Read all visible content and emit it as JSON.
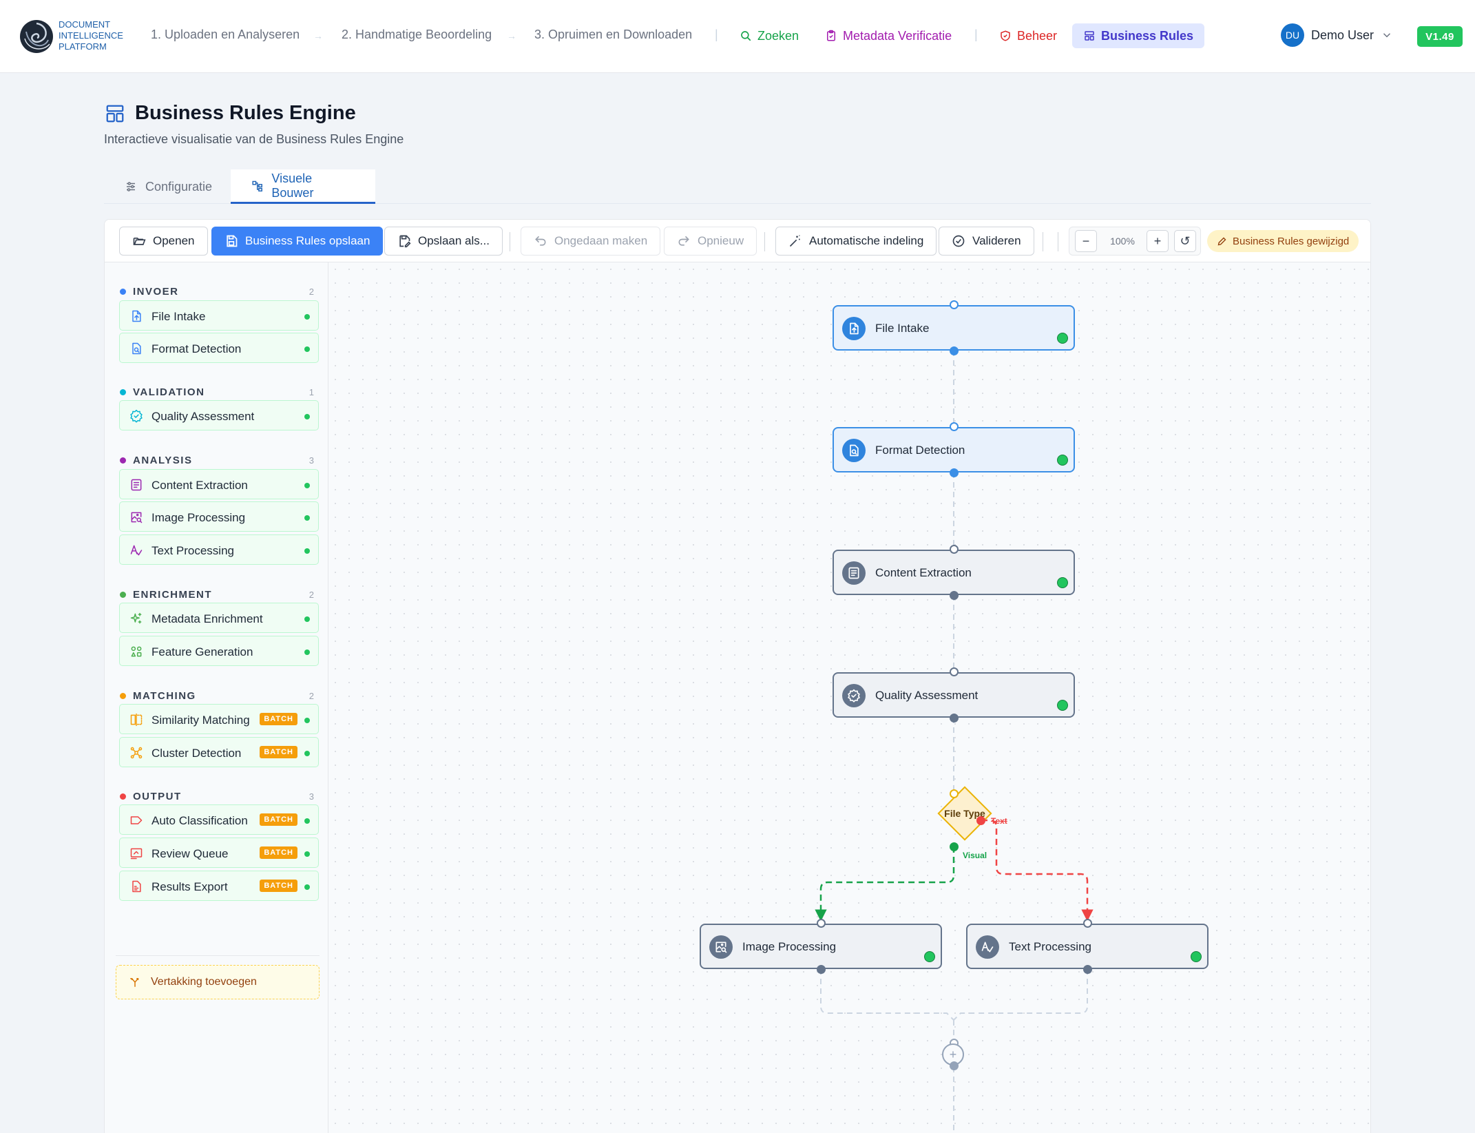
{
  "header": {
    "brand": [
      "DOCUMENT",
      "INTELLIGENCE",
      "PLATFORM"
    ],
    "steps": [
      {
        "label": "1. Uploaden en Analyseren"
      },
      {
        "label": "2. Handmatige Beoordeling"
      },
      {
        "label": "3. Opruimen en Downloaden"
      }
    ],
    "links": {
      "search": "Zoeken",
      "metadata": "Metadata Verificatie",
      "admin": "Beheer",
      "business_rules": "Business Rules"
    },
    "user": {
      "initials": "DU",
      "name": "Demo User"
    },
    "version": "V1.49"
  },
  "page": {
    "title": "Business Rules Engine",
    "subtitle": "Interactieve visualisatie van de Business Rules Engine"
  },
  "tabs": [
    {
      "label": "Configuratie",
      "active": false
    },
    {
      "label": "Visuele Bouwer",
      "active": true
    }
  ],
  "toolbar": {
    "open": "Openen",
    "save": "Business Rules opslaan",
    "save_as": "Opslaan als...",
    "undo": "Ongedaan maken",
    "redo": "Opnieuw",
    "auto_layout": "Automatische indeling",
    "validate": "Valideren",
    "zoom_out": "−",
    "zoom_level": "100%",
    "zoom_in": "+",
    "reset": "↺",
    "changed": "Business Rules gewijzigd"
  },
  "palette": {
    "categories": [
      {
        "name": "INVOER",
        "count": "2",
        "color": "#3b82f6"
      },
      {
        "name": "VALIDATION",
        "count": "1",
        "color": "#06b6d4"
      },
      {
        "name": "ANALYSIS",
        "count": "3",
        "color": "#9c27b0"
      },
      {
        "name": "ENRICHMENT",
        "count": "2",
        "color": "#4caf50"
      },
      {
        "name": "MATCHING",
        "count": "2",
        "color": "#f59e0b"
      },
      {
        "name": "OUTPUT",
        "count": "3",
        "color": "#ef4444"
      }
    ],
    "items": [
      {
        "label": "File Intake",
        "icon": "file-upload-icon",
        "color": "#3b82f6"
      },
      {
        "label": "Format Detection",
        "icon": "file-search-icon",
        "color": "#3b82f6"
      },
      {
        "label": "Quality Assessment",
        "icon": "verified-badge-icon",
        "color": "#06b6d4"
      },
      {
        "label": "Content Extraction",
        "icon": "document-text-icon",
        "color": "#9c27b0"
      },
      {
        "label": "Image Processing",
        "icon": "image-search-icon",
        "color": "#9c27b0"
      },
      {
        "label": "Text Processing",
        "icon": "text-check-icon",
        "color": "#9c27b0"
      },
      {
        "label": "Metadata Enrichment",
        "icon": "sparkles-icon",
        "color": "#4caf50"
      },
      {
        "label": "Feature Generation",
        "icon": "shapes-icon",
        "color": "#4caf50"
      },
      {
        "label": "Similarity Matching",
        "icon": "compare-icon",
        "color": "#f59e0b",
        "badge": "BATCH"
      },
      {
        "label": "Cluster Detection",
        "icon": "cluster-icon",
        "color": "#f59e0b",
        "badge": "BATCH"
      },
      {
        "label": "Auto Classification",
        "icon": "tag-icon",
        "color": "#ef4444",
        "badge": "BATCH"
      },
      {
        "label": "Review Queue",
        "icon": "review-icon",
        "color": "#ef4444",
        "badge": "BATCH"
      },
      {
        "label": "Results Export",
        "icon": "export-icon",
        "color": "#ef4444",
        "badge": "BATCH"
      }
    ],
    "add_branch": "Vertakking toevoegen"
  },
  "flow": {
    "nodes": [
      {
        "label": "File Intake"
      },
      {
        "label": "Format Detection"
      },
      {
        "label": "Content Extraction"
      },
      {
        "label": "Quality Assessment"
      },
      {
        "label": "Image Processing"
      },
      {
        "label": "Text Processing"
      }
    ],
    "decision": {
      "label": "File Type",
      "branch_text": "Text",
      "branch_visual": "Visual"
    },
    "merge_symbol": "+"
  },
  "colors": {
    "accent": "#3b82f6",
    "success": "#22c55e",
    "branch_visual": "#16a34a",
    "branch_text": "#ef4444",
    "decision": "#eab308"
  }
}
